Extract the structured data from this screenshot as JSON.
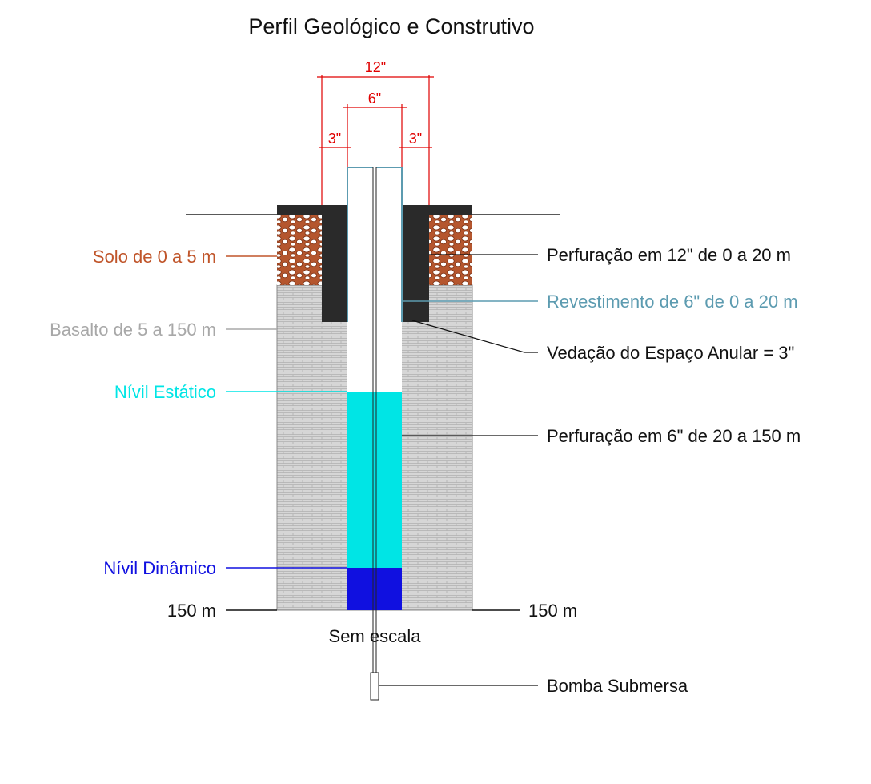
{
  "title": "Perfil Geológico e Construtivo",
  "dimensions": {
    "outer": "12\"",
    "inner": "6\"",
    "left_gap": "3\"",
    "right_gap": "3\""
  },
  "labels_left": {
    "solo": "Solo de 0 a 5 m",
    "basalto": "Basalto de 5 a 150 m",
    "nivel_estatico": "Nívil Estático",
    "nivel_dinamico": "Nívil Dinâmico",
    "depth_left": "150 m"
  },
  "labels_right": {
    "perfuracao_12": "Perfuração em 12\" de 0 a 20 m",
    "revestimento": "Revestimento de 6\" de 0 a 20 m",
    "vedacao": "Vedação do Espaço Anular = 3\"",
    "perfuracao_6": "Perfuração em 6\" de 20 a 150 m",
    "bomba": "Bomba Submersa",
    "depth_right": "150 m"
  },
  "footer": "Sem escala",
  "colors": {
    "solo": "#c0552a",
    "basalto": "#a8a8a8",
    "nivel_estatico": "#00e5e5",
    "nivel_dinamico": "#1010e0",
    "revestimento": "#5c9bb0",
    "dimension": "#e00000",
    "seal": "#2a2a2a"
  }
}
